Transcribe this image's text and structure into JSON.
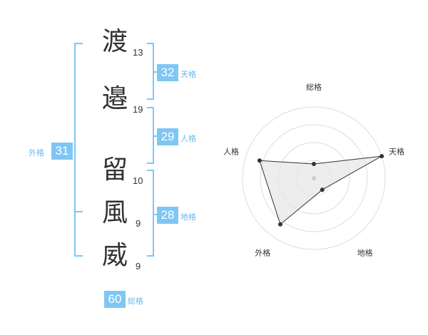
{
  "name_chars": [
    {
      "char": "渡",
      "strokes": "13"
    },
    {
      "char": "邉",
      "strokes": "19"
    },
    {
      "char": "留",
      "strokes": "10"
    },
    {
      "char": "風",
      "strokes": "9"
    },
    {
      "char": "威",
      "strokes": "9"
    }
  ],
  "fortunes": {
    "tenkaku": {
      "value": "32",
      "label": "天格"
    },
    "jinkaku": {
      "value": "29",
      "label": "人格"
    },
    "chikaku": {
      "value": "28",
      "label": "地格"
    },
    "gaikaku": {
      "value": "31",
      "label": "外格"
    },
    "soukaku": {
      "value": "60",
      "label": "総格"
    }
  },
  "colors": {
    "accent": "#7fc6f5",
    "accent_text": "#69b8ee",
    "text": "#333333",
    "grid": "#dddddd",
    "fill": "#e6e6e6"
  },
  "chart_data": {
    "type": "radar",
    "axes": [
      "総格",
      "天格",
      "地格",
      "外格",
      "人格"
    ],
    "values": [
      1,
      5,
      1,
      4,
      4
    ],
    "max": 5,
    "rings": 4
  }
}
